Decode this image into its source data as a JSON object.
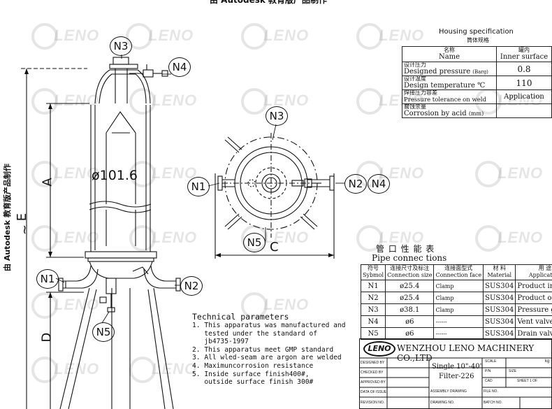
{
  "sheet": {
    "top_header_partial": "由 Autodesk 教育版产品制作",
    "side_stamp": "由 Autodesk 教育版产品制作",
    "watermark_text": "LENO"
  },
  "nozzle_labels": {
    "n1": "N1",
    "n2": "N2",
    "n3": "N3",
    "n4": "N4",
    "n5": "N5"
  },
  "dimensions": {
    "diameter": "ø101.6",
    "a": "A",
    "e": "E",
    "d": "D",
    "c": "C",
    "tilde": "~"
  },
  "housing_spec": {
    "title": "Housing specification",
    "title_cn": "筒体规格",
    "header": {
      "name_cn": "名称",
      "name": "Name",
      "value_cn": "罐内",
      "value": "Inner surface"
    },
    "rows": [
      {
        "cn": "设计压力",
        "en": "Designed pressure",
        "unit": "(Barg)",
        "value": "0.8"
      },
      {
        "cn": "设计温度",
        "en": "Design temperature",
        "unit": "℃",
        "value": "110"
      },
      {
        "cn": "焊接压力容差",
        "en": "Pressure tolerance on weld",
        "unit": "",
        "value": "Application"
      },
      {
        "cn": "腐蚀余量",
        "en": "Corrosion by acid",
        "unit": "(mm)",
        "value": ""
      }
    ]
  },
  "pipe_table": {
    "title_cn": "管 口 性 能 表",
    "title_en": "Pipe connec tions",
    "headers": [
      {
        "cn": "符号",
        "en": "Sybmol"
      },
      {
        "cn": "连接尺寸及标注",
        "en": "Connection size"
      },
      {
        "cn": "连接面型式",
        "en": "Connection face"
      },
      {
        "cn": "材 料",
        "en": "Material"
      },
      {
        "cn": "用 途",
        "en": "Application"
      }
    ],
    "rows": [
      [
        "N1",
        "ø25.4",
        "Clamp",
        "SUS304",
        "Product inlet"
      ],
      [
        "N2",
        "ø25.4",
        "Clamp",
        "SUS304",
        "Product outlet"
      ],
      [
        "N3",
        "ø38.1",
        "Clamp",
        "SUS304",
        "Pressure guage"
      ],
      [
        "N4",
        "ø6",
        "------",
        "SUS304",
        "Vent valve"
      ],
      [
        "N5",
        "ø6",
        "------",
        "SUS304",
        "Drain valve"
      ]
    ]
  },
  "technical": {
    "title": "Technical parameters",
    "items": [
      "1. This apparatus was manufactured and",
      "   tested under the standard of",
      "   jb4735-1997",
      "2. This apparatus meet GMP standard",
      "3. All wled-seam are argon are welded",
      "4. Maximuncorrosion resistance",
      "5. Inside surface finish400#,",
      "   outside surface finish 300#"
    ]
  },
  "title_block": {
    "logo": "LENO",
    "company": "WENZHOU LENO MACHINERY CO.,LTD",
    "product_line1": "Single 10\"-40\"",
    "product_line2": "Filter-226",
    "labels": {
      "designed_by": "DESIGNED BY",
      "checked_by": "CHECKED BY",
      "approved_by": "APPROVED BY",
      "data_of_issue": "DATA OF ISSUE",
      "revision_no": "REVISION NO.",
      "assembly_drawing": "ASSEMBLY DRAWING",
      "drawing_no": "DRAWING NO.",
      "file_no": "FILE NO.",
      "batch_no": "BATCH NO.",
      "scale": "SCALE",
      "pn": "P/N",
      "size": "SIZE",
      "cad": "CAD",
      "sheet": "SHEET 1  OF",
      "kg": "kg"
    }
  }
}
